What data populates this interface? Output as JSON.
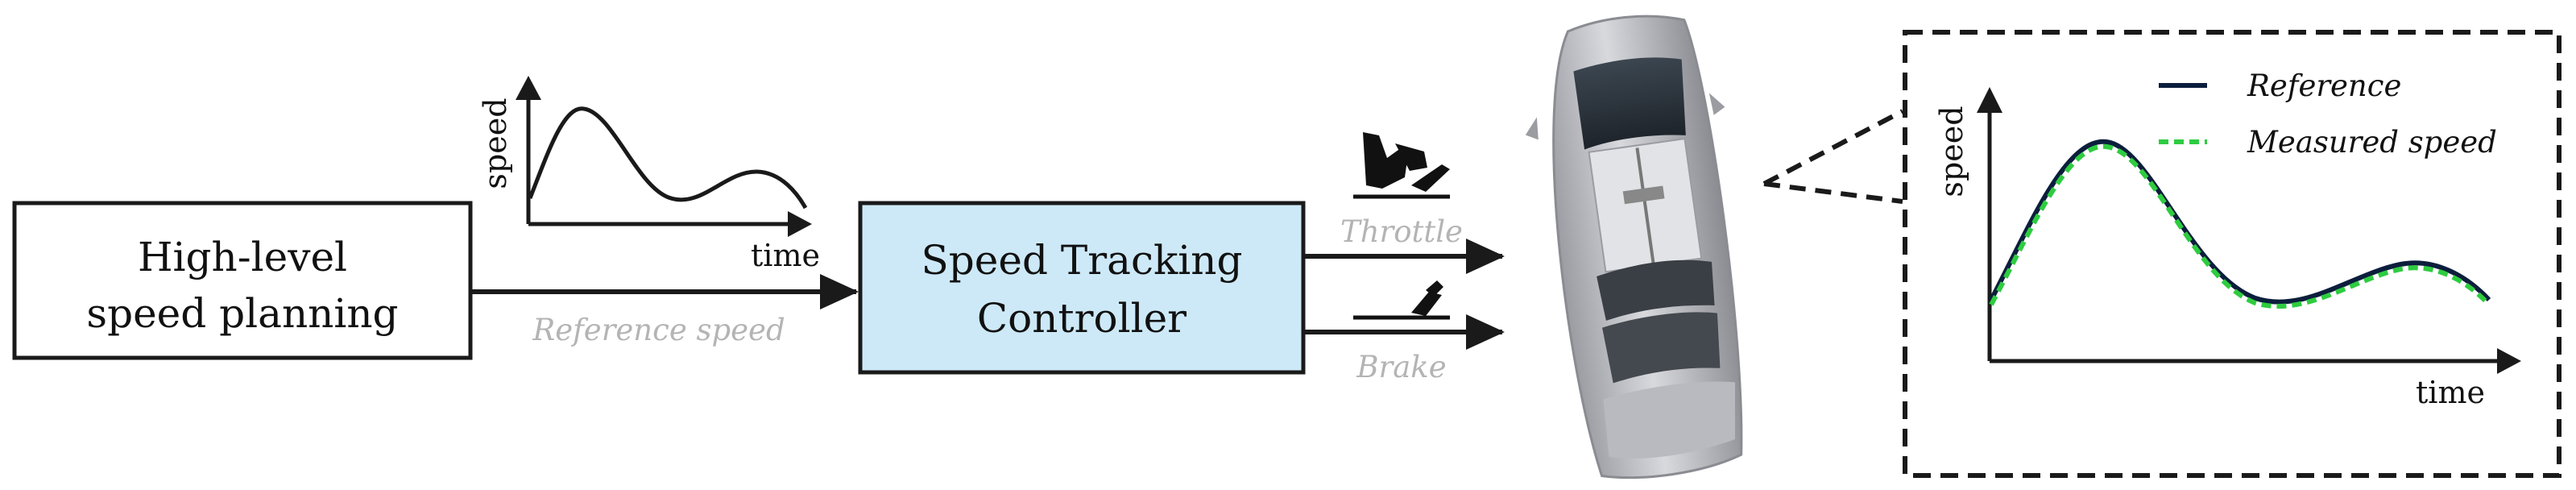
{
  "blocks": {
    "planner": {
      "line1": "High-level",
      "line2": "speed planning",
      "fill": "#ffffff"
    },
    "controller": {
      "line1": "Speed Tracking",
      "line2": "Controller",
      "fill": "#cde9f7"
    }
  },
  "signals": {
    "reference": "Reference speed",
    "throttle": "Throttle",
    "brake": "Brake"
  },
  "small_plot": {
    "ylabel": "speed",
    "xlabel": "time"
  },
  "result_plot": {
    "ylabel": "speed",
    "xlabel": "time",
    "legend": {
      "reference": "Reference",
      "measured": "Measured speed"
    },
    "colors": {
      "reference": "#0c1e3c",
      "measured": "#2ecc40"
    }
  },
  "icons": {
    "throttle": "throttle-pedal-icon",
    "brake": "brake-pedal-icon",
    "vehicle": "car-top-view-icon"
  },
  "colors": {
    "label_grey": "#b4b4b4",
    "line": "#1a1a1a"
  }
}
